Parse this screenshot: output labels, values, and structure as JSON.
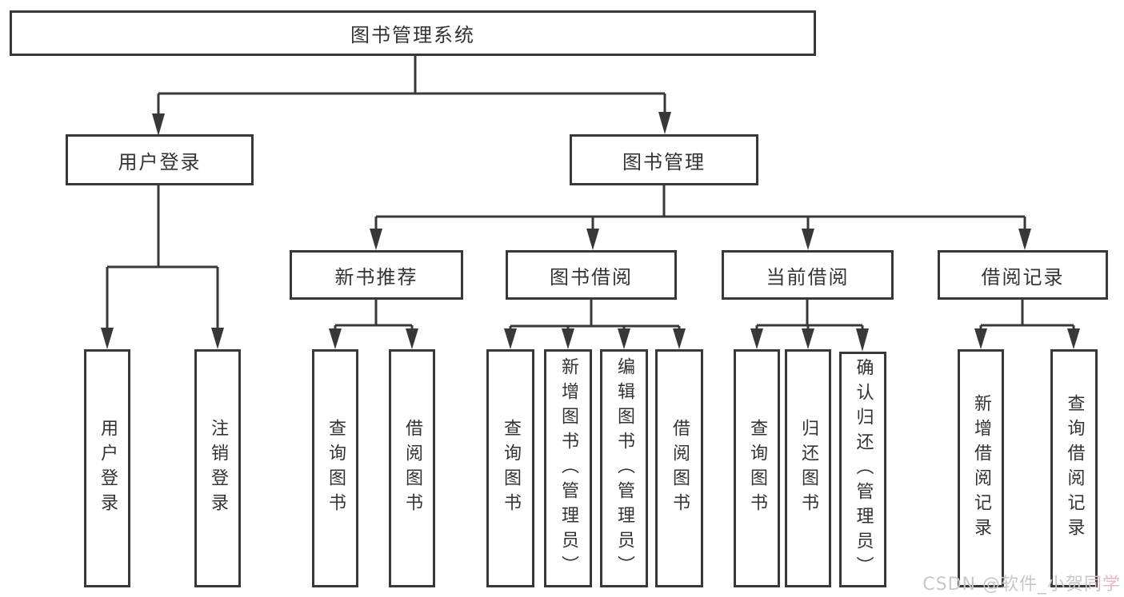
{
  "colors": {
    "line": "#383838",
    "box_border": "#383838",
    "text": "#333333",
    "background": "#ffffff",
    "watermark_gray": "#c7c7c7",
    "watermark_pink": "#e9b4c3"
  },
  "watermark": {
    "text": "CSDN @软件_小贺同学"
  },
  "nodes": {
    "root": {
      "label": "图书管理系统"
    },
    "user_login": {
      "label": "用户登录"
    },
    "book_mgmt": {
      "label": "图书管理"
    },
    "new_book_rec": {
      "label": "新书推荐"
    },
    "book_borrow": {
      "label": "图书借阅"
    },
    "current_borrow": {
      "label": "当前借阅"
    },
    "borrow_records": {
      "label": "借阅记录"
    },
    "leaf_user_login": {
      "label": "用户登录"
    },
    "leaf_logout": {
      "label": "注销登录"
    },
    "rec_query_books": {
      "label": "查询图书"
    },
    "rec_borrow_books": {
      "label": "借阅图书"
    },
    "bb_query_books": {
      "label": "查询图书"
    },
    "bb_add_books": {
      "label": "新增图书（管理员）"
    },
    "bb_edit_books": {
      "label": "编辑图书（管理员）"
    },
    "bb_borrow_books": {
      "label": "借阅图书"
    },
    "cb_query_books": {
      "label": "查询图书"
    },
    "cb_return_books": {
      "label": "归还图书"
    },
    "cb_confirm_return": {
      "label": "确认归还（管理员）"
    },
    "br_add_record": {
      "label": "新增借阅记录"
    },
    "br_query_record": {
      "label": "查询借阅记录"
    }
  },
  "hierarchy": {
    "图书管理系统": [
      "用户登录",
      "图书管理"
    ],
    "用户登录": [
      "用户登录",
      "注销登录"
    ],
    "图书管理": [
      "新书推荐",
      "图书借阅",
      "当前借阅",
      "借阅记录"
    ],
    "新书推荐": [
      "查询图书",
      "借阅图书"
    ],
    "图书借阅": [
      "查询图书",
      "新增图书（管理员）",
      "编辑图书（管理员）",
      "借阅图书"
    ],
    "当前借阅": [
      "查询图书",
      "归还图书",
      "确认归还（管理员）"
    ],
    "借阅记录": [
      "新增借阅记录",
      "查询借阅记录"
    ]
  }
}
